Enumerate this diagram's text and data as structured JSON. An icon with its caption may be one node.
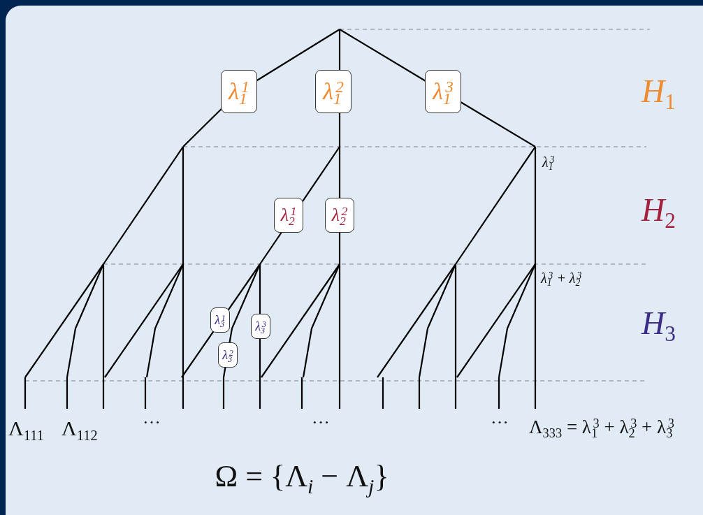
{
  "diagram": {
    "nodes": [
      {
        "text": [
          "λ$_{1}$$^{1}$"
        ]
      },
      {
        "text": [
          "λ$_{1}$$^{2}$"
        ]
      },
      {
        "text": [
          "λ$_{1}$$^{3}$"
        ]
      },
      {
        "text": [
          "λ$_{2}$$^{1}$"
        ]
      },
      {
        "text": [
          "λ$_{2}$$^{2}$"
        ]
      },
      {
        "text": [
          "λ$_{3}$$^{1}$"
        ]
      },
      {
        "text": [
          "λ$_{3}$$^{3}$"
        ]
      },
      {
        "text": [
          "λ$_{3}$$^{2}$"
        ]
      }
    ],
    "labels": [
      "*H*$_{1}$",
      "λ$_{1}$$^{3}$",
      "*H*$_{2}$",
      "λ$_{1}$$^{3}$ + λ$_{2}$$^{3}$",
      "*H*$_{3}$",
      "Λ$_{111}$",
      "Λ$_{112}$",
      "···",
      "···",
      "···",
      "Λ$_{333}$ = λ$_{1}$$^{3}$ + λ$_{2}$$^{3}$ + λ$_{3}$$^{3}$",
      "Ω = {Λ$_{i}$ − Λ$_{j}$}"
    ]
  }
}
